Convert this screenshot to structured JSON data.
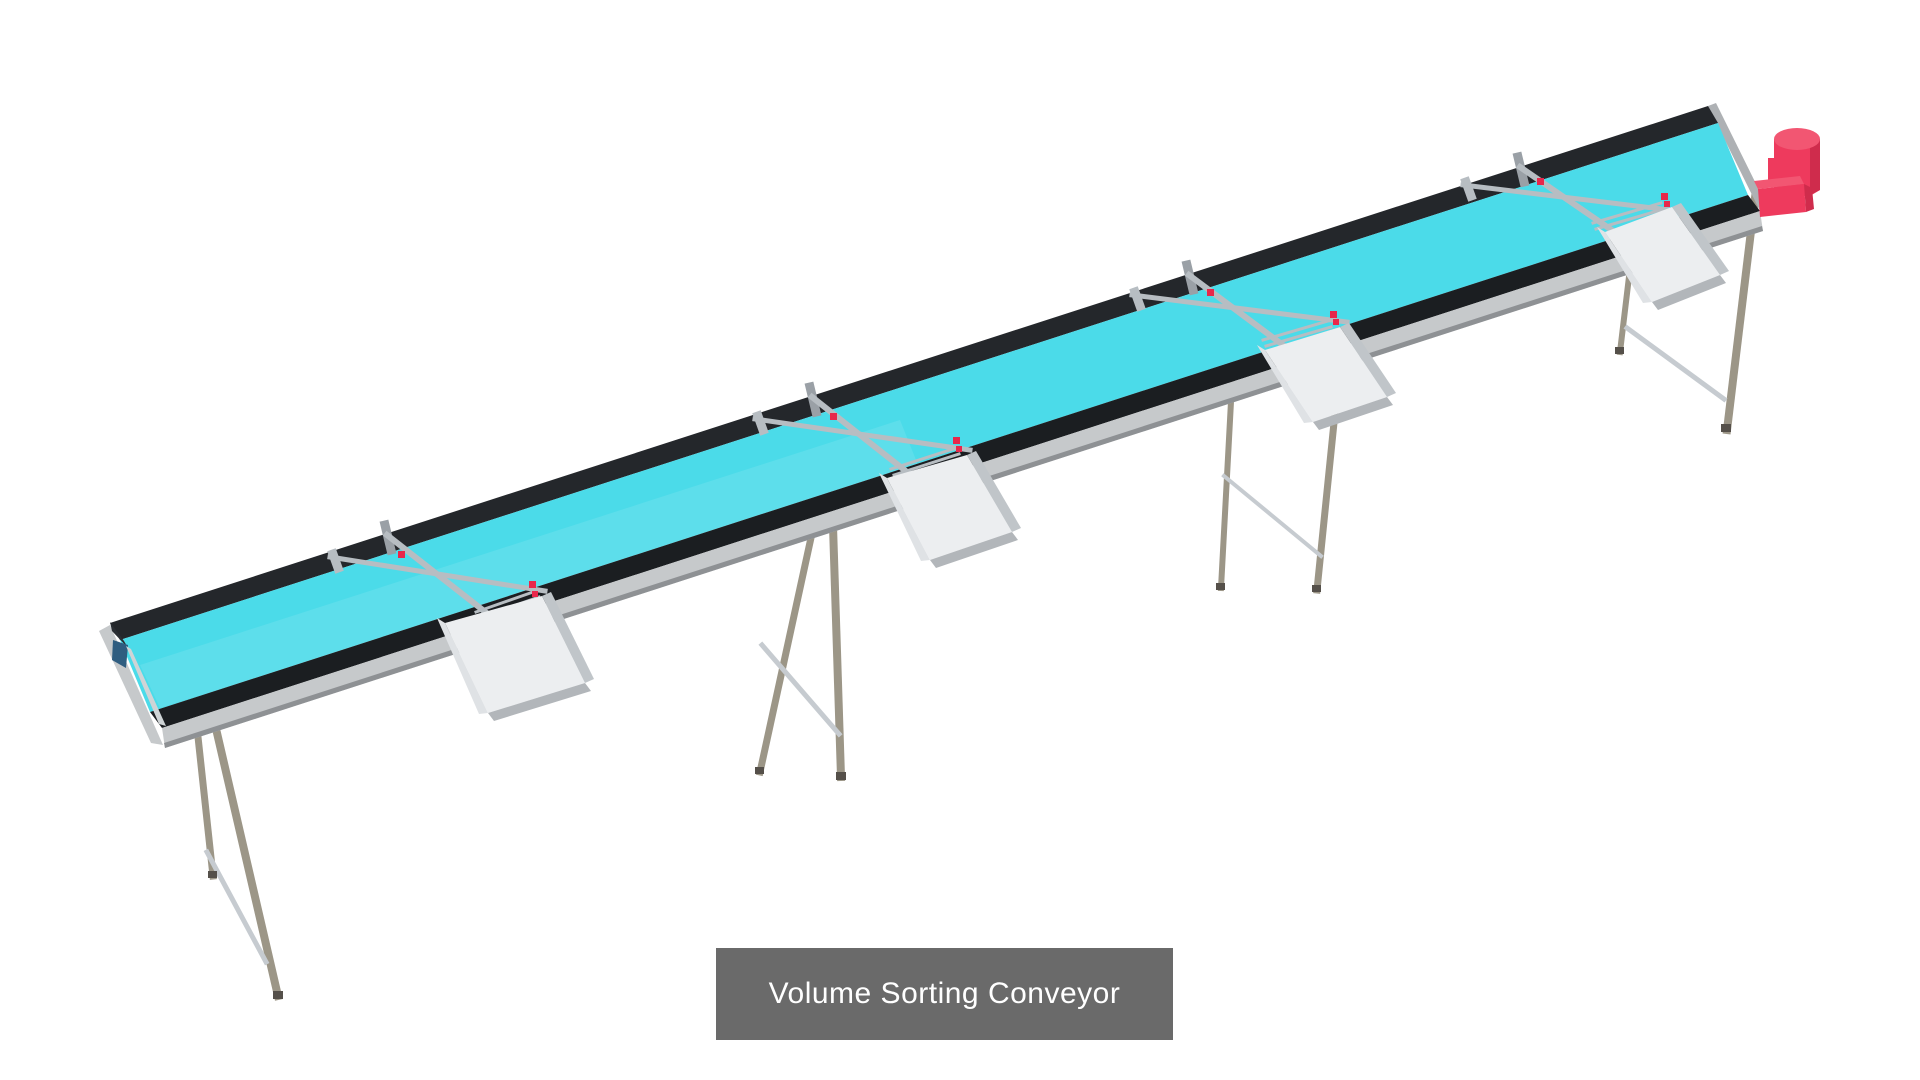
{
  "scene": {
    "name": "Volume Sorting Conveyor",
    "type": "3D product render on white background",
    "components": [
      {
        "name": "belt-conveyor",
        "count": 1,
        "description": "Long straight belt conveyor running diagonally from lower-left to upper-right with cyan belt and black side rails on a silver frame"
      },
      {
        "name": "diverter-station",
        "count": 4,
        "description": "Scissor-style diverter arms with red pivot pins mounted across the belt"
      },
      {
        "name": "discharge-chute",
        "count": 4,
        "description": "White sheet-metal discharge chutes hanging off the near side of the belt"
      },
      {
        "name": "leg-assembly",
        "count": 4,
        "description": "Two-leg support frames with diagonal cross braces"
      },
      {
        "name": "drive-motor",
        "count": 1,
        "description": "Pink gearmotor mounted at the head (upper-right) end of the conveyor"
      }
    ]
  },
  "caption": {
    "text": "Volume Sorting Conveyor",
    "background": "#6a6a6a",
    "text_color": "#ffffff"
  },
  "colors": {
    "background": "#ffffff",
    "belt": "#4bdbe9",
    "belt_highlight": "#ffffff",
    "rail": "#24272b",
    "rail_near": "#1b1e21",
    "rail_end": "#2a2e33",
    "end_blue": "#2f5d80",
    "end_sliver": "#cfd4d6",
    "frame": "#c6c9cb",
    "frame_edge": "#8e9194",
    "end_face": "#aeb1b4",
    "leg": "#9c9687",
    "foot": "#55504a",
    "brace": "#c6cbd0",
    "arm": "#b7bdc2",
    "hook": "#9aa0a6",
    "chute_floor": "#eceef0",
    "chute_wall_light": "#dfe2e5",
    "chute_wall_dark": "#c0c5c9",
    "chute_lip": "#b2b6ba",
    "pivot": "#e8274b",
    "motor": "#ee3a5d",
    "motor_dark": "#cf2c4c",
    "motor_top": "#f25672"
  }
}
